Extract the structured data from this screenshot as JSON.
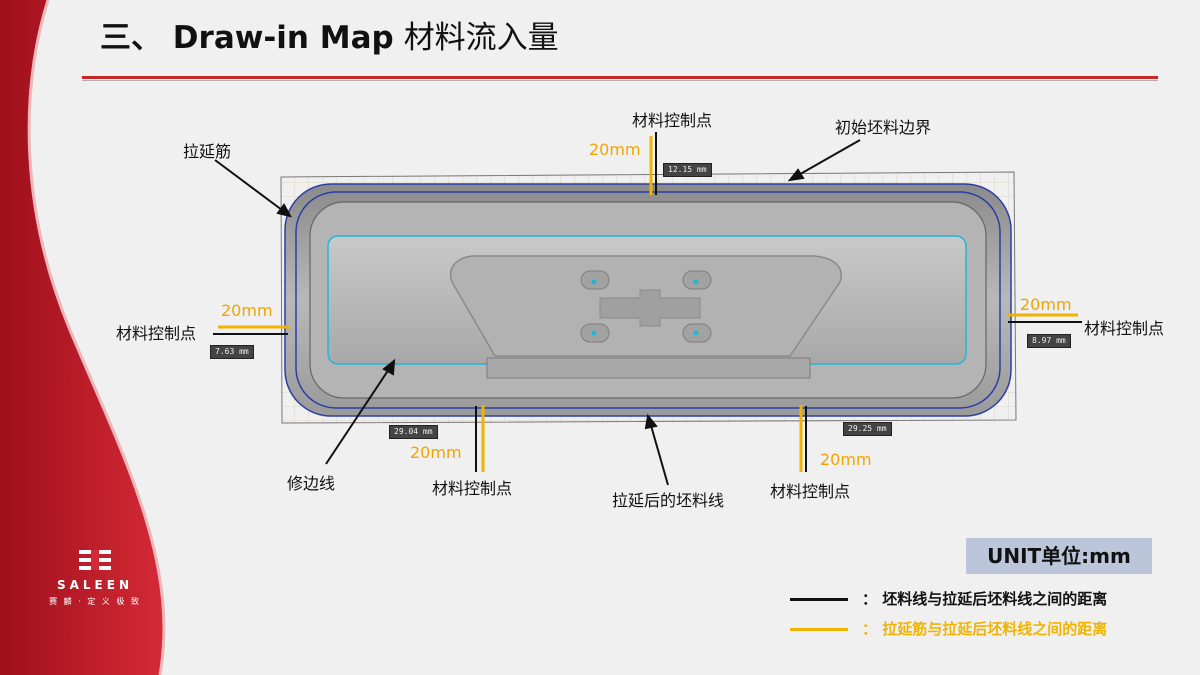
{
  "title": {
    "prefix": "三、 Draw-in Map",
    "cn": "材料流入量"
  },
  "labels": {
    "drawbead": "拉延筋",
    "initial_blank_edge": "初始坯料边界",
    "trim_line": "修边线",
    "blank_after_draw": "拉延后的坯料线",
    "control_point_top": "材料控制点",
    "control_point_left": "材料控制点",
    "control_point_right": "材料控制点",
    "control_point_bottom_left": "材料控制点",
    "control_point_bottom_right": "材料控制点"
  },
  "dims": {
    "top": "20mm",
    "left": "20mm",
    "right": "20mm",
    "bottom_left": "20mm",
    "bottom_right": "20mm"
  },
  "tags": {
    "top": "12.15 mm",
    "left": "7.63 mm",
    "right": "8.97 mm",
    "bottom_left": "29.04 mm",
    "bottom_right": "29.25 mm"
  },
  "unit": "UNIT单位:mm",
  "legend": [
    {
      "text": "：  坯料线与拉延后坯料线之间的距离",
      "color": "#111111"
    },
    {
      "text": "：  拉延筋与拉延后坯料线之间的距离",
      "color": "#f0b400"
    }
  ],
  "logo": {
    "word": "SALEEN",
    "sub": "赛 麟 · 定 义 极 致"
  },
  "colors": {
    "accent_red": "#c62828",
    "dim_orange": "#f0a500",
    "outline_blue": "#2a3ea8",
    "trim_cyan": "#20b6d8"
  }
}
